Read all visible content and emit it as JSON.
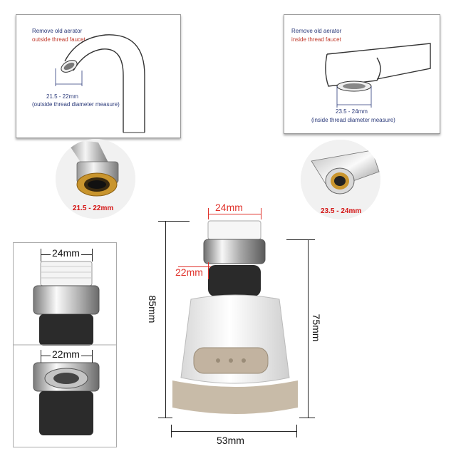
{
  "top_left_panel": {
    "line1": "Remove old aerator",
    "line2": "outside thread faucet",
    "measure": "21.5 - 22mm",
    "measure_note": "(outside thread diameter measure)"
  },
  "top_right_panel": {
    "line1": "Remove old aerator",
    "line2": "inside thread faucet",
    "measure": "23.5 - 24mm",
    "measure_note": "(inside thread diameter measure)"
  },
  "left_circle_label": "21.5 - 22mm",
  "right_circle_label": "23.5 - 24mm",
  "product_dims": {
    "top_width": "24mm",
    "neck_width": "22mm",
    "total_height": "85mm",
    "body_height": "75mm",
    "bottom_width": "53mm"
  },
  "detail_top_label": "24mm",
  "detail_bottom_label": "22mm",
  "colors": {
    "dimension_red": "#e0312a",
    "thread_gold": "#c9952e",
    "body_white": "#f2f2f2",
    "base_beige": "#c8bba8",
    "collar_black": "#2a2a2a"
  }
}
